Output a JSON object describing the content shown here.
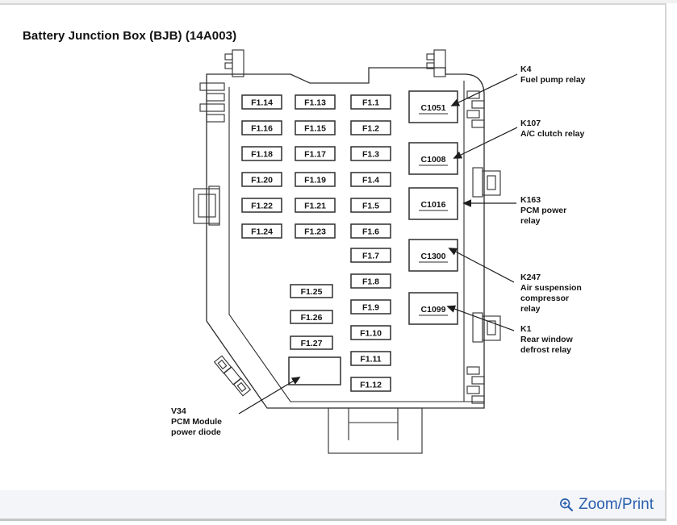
{
  "window": {
    "title": "Battery Junction Box (BJB) (14A003)"
  },
  "footer": {
    "zoom_print": "Zoom/Print"
  },
  "colors": {
    "link_blue": "#2b5fad",
    "diagram_line": "#2e2e2e",
    "footer_bg": "#f3f5f8"
  },
  "diagram": {
    "grid_fuses": [
      "F1.14",
      "F1.13",
      "F1.1",
      "F1.16",
      "F1.15",
      "F1.2",
      "F1.18",
      "F1.17",
      "F1.3",
      "F1.20",
      "F1.19",
      "F1.4",
      "F1.22",
      "F1.21",
      "F1.5",
      "F1.24",
      "F1.23",
      "F1.6"
    ],
    "column_fuses": [
      "F1.7",
      "F1.8",
      "F1.9",
      "F1.10",
      "F1.11",
      "F1.12"
    ],
    "mid_fuses": [
      "F1.25",
      "F1.26",
      "F1.27"
    ],
    "connectors": [
      "C1051",
      "C1008",
      "C1016",
      "C1300",
      "C1099"
    ],
    "relays": [
      {
        "id": "K4",
        "lines": [
          "Fuel pump relay"
        ]
      },
      {
        "id": "K107",
        "lines": [
          "A/C clutch relay"
        ]
      },
      {
        "id": "K163",
        "lines": [
          "PCM power",
          "relay"
        ]
      },
      {
        "id": "K247",
        "lines": [
          "Air suspension",
          "compressor",
          "relay"
        ]
      },
      {
        "id": "K1",
        "lines": [
          "Rear window",
          "defrost relay"
        ]
      }
    ],
    "diode": {
      "id": "V34",
      "lines": [
        "PCM Module",
        "power diode"
      ]
    }
  }
}
